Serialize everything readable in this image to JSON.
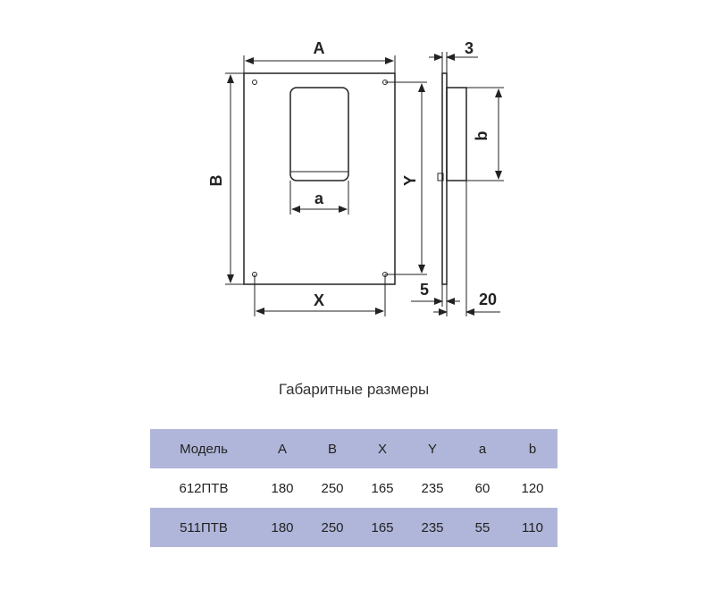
{
  "drawing": {
    "front_view": {
      "width_label": "A",
      "height_label": "B",
      "hole_span_x_label": "X",
      "hole_span_y_label": "Y",
      "inner_width_label": "a"
    },
    "side_view": {
      "thickness_label": "3",
      "inner_height_label": "b",
      "depth_label": "20",
      "offset_label": "5"
    }
  },
  "caption": "Габаритные размеры",
  "table": {
    "headers": [
      "Модель",
      "A",
      "B",
      "X",
      "Y",
      "a",
      "b"
    ],
    "rows": [
      [
        "612ПТВ",
        "180",
        "250",
        "165",
        "235",
        "60",
        "120"
      ],
      [
        "511ПТВ",
        "180",
        "250",
        "165",
        "235",
        "55",
        "110"
      ]
    ]
  },
  "colors": {
    "table_band": "#b0b6da",
    "line": "#222222"
  }
}
